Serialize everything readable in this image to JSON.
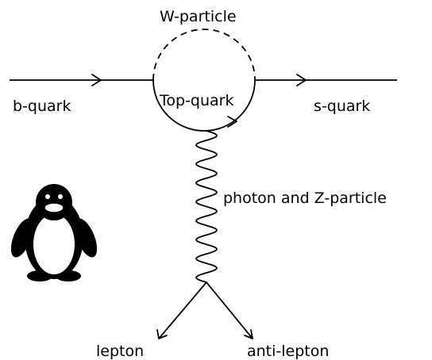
{
  "labels": {
    "w_particle": "W-particle",
    "top_quark": "Top-quark",
    "b_quark": "b-quark",
    "s_quark": "s-quark",
    "photon_z": "photon and Z-particle",
    "lepton": "lepton",
    "anti_lepton": "anti-lepton"
  },
  "colors": {
    "ink": "#000000",
    "background": "#ffffff"
  },
  "icons": {
    "mascot": "penguin-icon"
  }
}
